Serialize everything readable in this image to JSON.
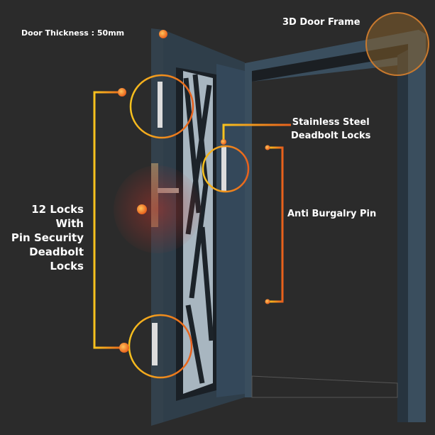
{
  "labels": {
    "door_thickness": "Door Thickness : 50mm",
    "door_frame": "3D Door Frame",
    "stainless_line1": "Stainless Steel",
    "stainless_line2": "Deadbolt Locks",
    "anti_burglary": "Anti Burgalry Pin",
    "locks_line1": "12 Locks With",
    "locks_line2": "Pin Security",
    "locks_line3": "Deadbolt",
    "locks_line4": "Locks"
  },
  "colors": {
    "background": "#2b2b2b",
    "accent": "#f39a1e",
    "door": "#2d3d4a"
  }
}
